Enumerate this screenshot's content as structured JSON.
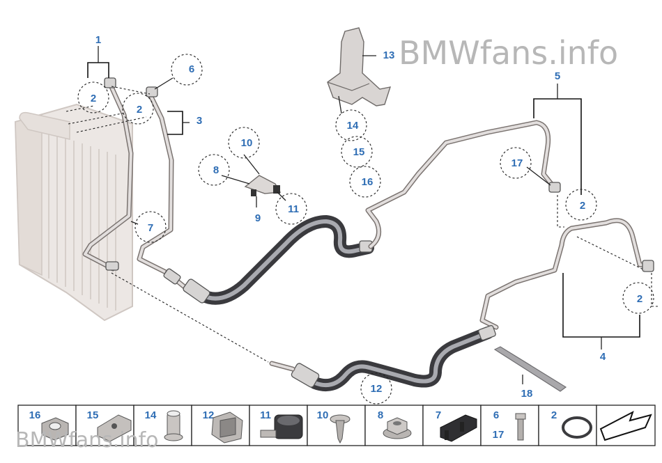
{
  "watermark": {
    "top": "BMWfans.info",
    "bottom": "BMWfans.info"
  },
  "callouts": [
    {
      "id": "c-1",
      "text": "1"
    },
    {
      "id": "c-2a",
      "text": "2"
    },
    {
      "id": "c-2b",
      "text": "2"
    },
    {
      "id": "c-3",
      "text": "3"
    },
    {
      "id": "c-6",
      "text": "6"
    },
    {
      "id": "c-7",
      "text": "7"
    },
    {
      "id": "c-10",
      "text": "10"
    },
    {
      "id": "c-8",
      "text": "8"
    },
    {
      "id": "c-9",
      "text": "9"
    },
    {
      "id": "c-11",
      "text": "11"
    },
    {
      "id": "c-13",
      "text": "13"
    },
    {
      "id": "c-14",
      "text": "14"
    },
    {
      "id": "c-15",
      "text": "15"
    },
    {
      "id": "c-16",
      "text": "16"
    },
    {
      "id": "c-5",
      "text": "5"
    },
    {
      "id": "c-17",
      "text": "17"
    },
    {
      "id": "c-2c",
      "text": "2"
    },
    {
      "id": "c-2d",
      "text": "2"
    },
    {
      "id": "c-4",
      "text": "4"
    },
    {
      "id": "c-12",
      "text": "12"
    },
    {
      "id": "c-18",
      "text": "18"
    }
  ],
  "parts_strip": [
    {
      "label": "16",
      "icon": "hex-nut-icon"
    },
    {
      "label": "15",
      "icon": "clip-nut-icon"
    },
    {
      "label": "14",
      "icon": "spacer-sleeve-icon"
    },
    {
      "label": "12",
      "icon": "hose-clip-icon"
    },
    {
      "label": "11",
      "icon": "rubber-mount-icon"
    },
    {
      "label": "10",
      "icon": "expanding-rivet-icon"
    },
    {
      "label": "8",
      "icon": "flange-nut-icon"
    },
    {
      "label": "7",
      "icon": "holder-bracket-icon"
    },
    {
      "label": "6",
      "label2": "17",
      "icon": "bolt-icon"
    },
    {
      "label": "2",
      "icon": "o-ring-icon"
    },
    {
      "label": "",
      "icon": "arrow-icon"
    }
  ]
}
